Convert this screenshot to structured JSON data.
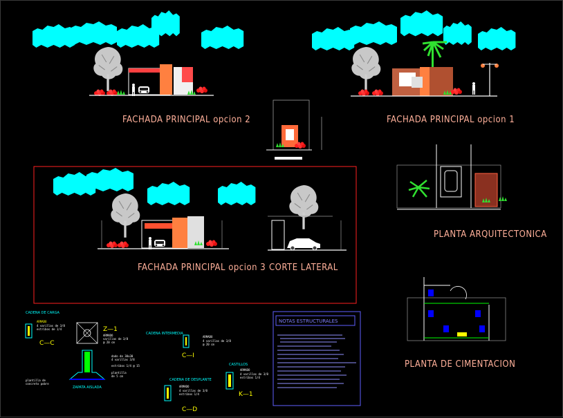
{
  "drawing": {
    "titles": {
      "fachada_opcion2": "FACHADA PRINCIPAL opcion 2",
      "fachada_opcion1": "FACHADA PRINCIPAL opcion 1",
      "fachada_opcion3": "FACHADA PRINCIPAL opcion 3",
      "corte_lateral": "CORTE LATERAL",
      "planta_arquitectonica": "PLANTA ARQUITECTONICA",
      "planta_cimentacion": "PLANTA DE CIMENTACION"
    },
    "details": {
      "cadena_carga": "CADENA DE CARGA",
      "cc_label": "C—C",
      "z1_label": "Z—1",
      "zapata_aislada": "ZAPATA AISLADA",
      "cadena_intermedia": "CADENA INTERMEDIA",
      "ci_label": "C—I",
      "cadena_desplante": "CADENA DE DESPLANTE",
      "cd_label": "C—D",
      "castillos": "CASTILLOS",
      "k1_label": "K—1",
      "notas_title": "NOTAS ESTRUCTURALES"
    },
    "colors": {
      "sky": "#00ffff",
      "title_text": "#ffb09a",
      "frame": "#ff2020",
      "notes_border": "#6060ff",
      "detail_labels": "#ffff00",
      "detail_titles": "#00ffff"
    },
    "icons": [
      "tree-icon",
      "car-icon",
      "person-icon",
      "palm-icon",
      "lamp-icon"
    ]
  }
}
